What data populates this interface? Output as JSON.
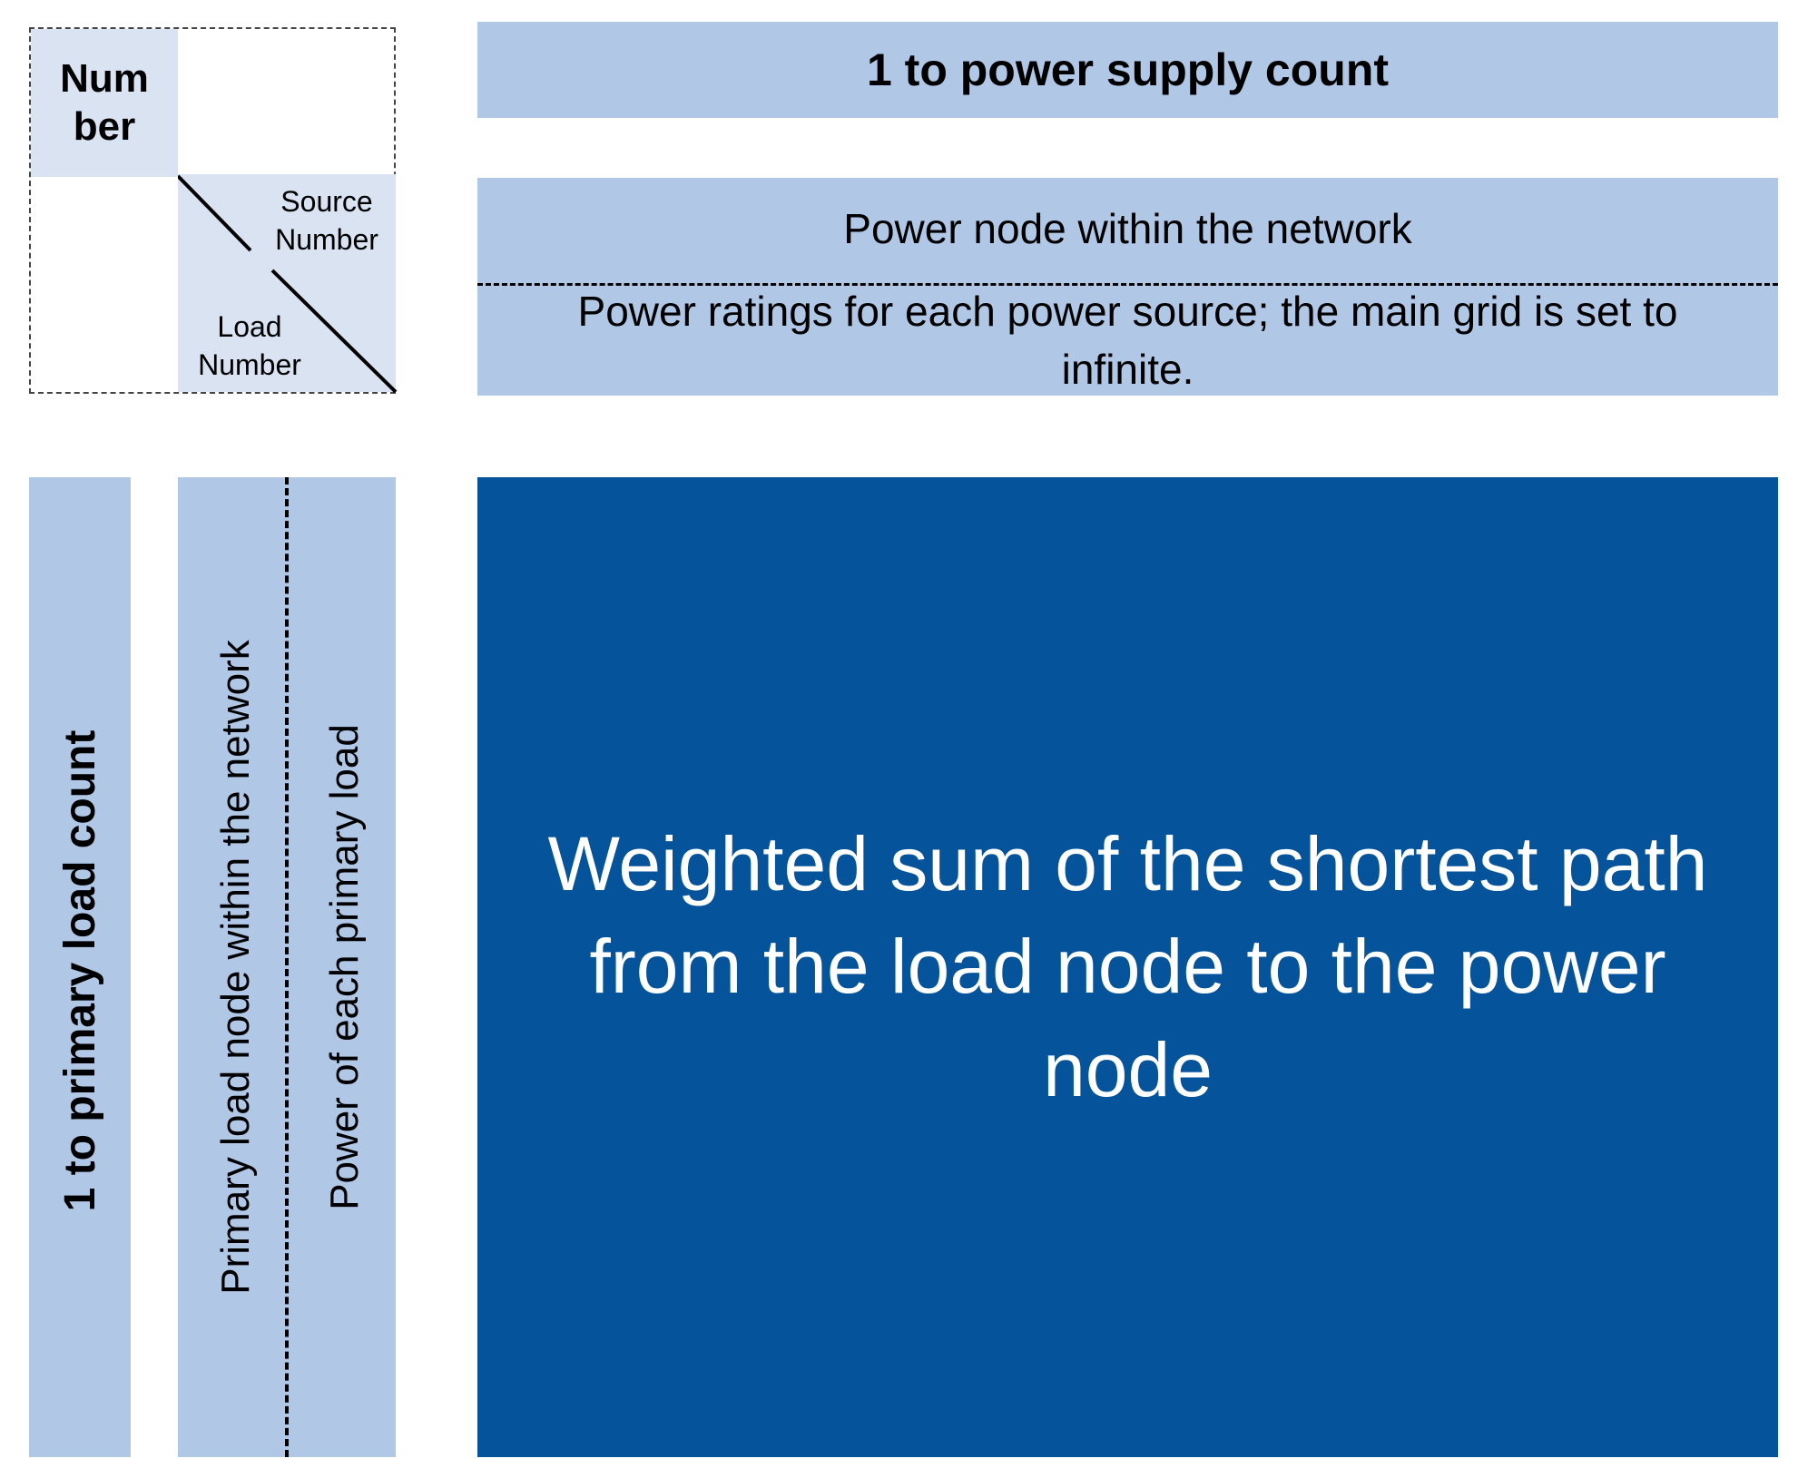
{
  "colors": {
    "light_blue": "#b0c7e6",
    "pale_blue": "#d9e3f2",
    "dark_blue": "#04539b",
    "white_text": "#ffffff"
  },
  "corner_legend": {
    "number_label": "Num\nber",
    "source_label": "Source\nNumber",
    "load_label": "Load\nNumber"
  },
  "top_header": {
    "supply_count": "1 to power supply count"
  },
  "top_rows": {
    "power_node": "Power node within the network",
    "power_ratings": "Power ratings for each power source; the main grid is set to infinite."
  },
  "left_columns": {
    "primary_load_count": "1 to primary load count",
    "primary_load_node": "Primary load node within the network",
    "primary_load_power": "Power of each primary load"
  },
  "main_matrix": {
    "description": "Weighted sum of the shortest path from the load node to the power node"
  }
}
